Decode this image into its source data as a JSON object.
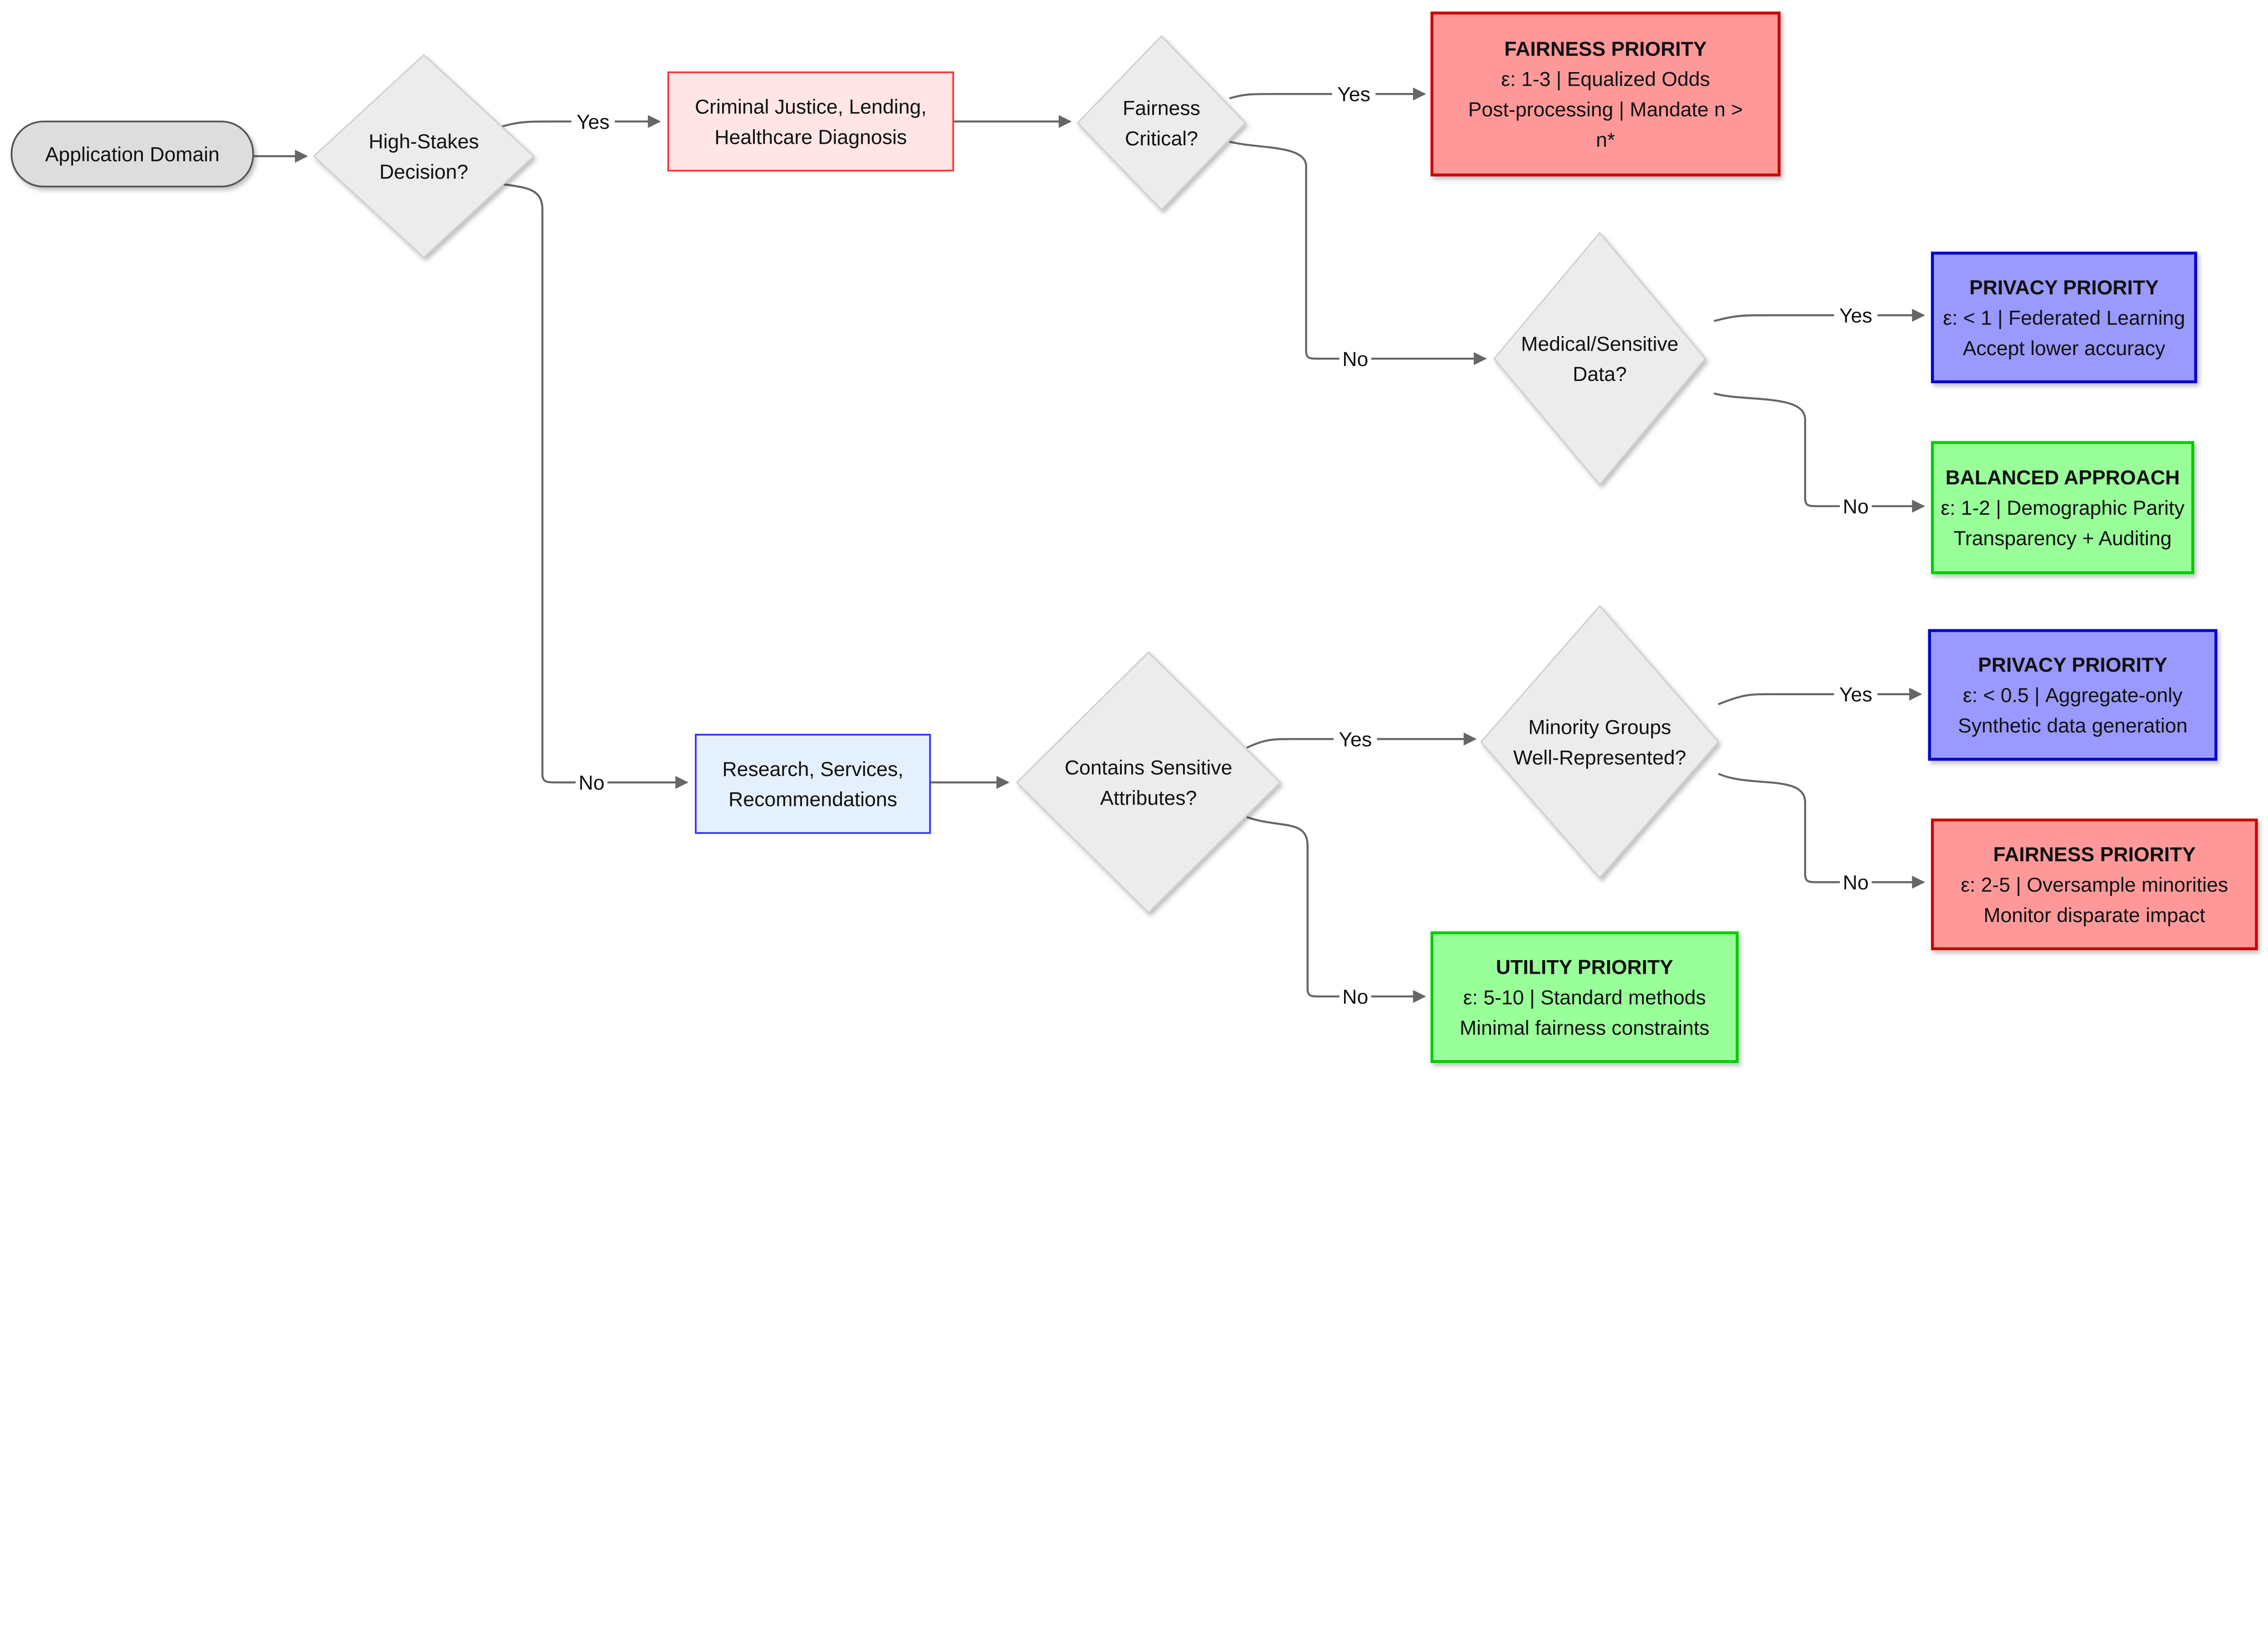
{
  "nodes": {
    "start": {
      "lines": [
        "Application Domain"
      ],
      "shape": "terminal",
      "fill": "#dddddd",
      "stroke": "#555555"
    },
    "high_stakes": {
      "lines": [
        "High-Stakes",
        "Decision?"
      ],
      "shape": "decision",
      "fill": "#ececec",
      "stroke": "#d0d0d0"
    },
    "high_domains": {
      "lines": [
        "Criminal Justice, Lending,",
        "Healthcare Diagnosis"
      ],
      "shape": "process",
      "fill": "#ffe5e5",
      "stroke": "#ff3333"
    },
    "fairness_critical": {
      "lines": [
        "Fairness",
        "Critical?"
      ],
      "shape": "decision",
      "fill": "#ececec",
      "stroke": "#d0d0d0"
    },
    "fairness_priority_1": {
      "title": "FAIRNESS PRIORITY",
      "lines": [
        "ε: 1-3 | Equalized Odds",
        "Post-processing | Mandate n >",
        "n*"
      ],
      "shape": "outcome",
      "fill": "#ff9999",
      "stroke": "#cc0000"
    },
    "medical_sensitive": {
      "lines": [
        "Medical/Sensitive",
        "Data?"
      ],
      "shape": "decision",
      "fill": "#ececec",
      "stroke": "#d0d0d0"
    },
    "privacy_priority_1": {
      "title": "PRIVACY PRIORITY",
      "lines": [
        "ε: < 1 | Federated Learning",
        "Accept lower accuracy"
      ],
      "shape": "outcome",
      "fill": "#9999ff",
      "stroke": "#0000cc"
    },
    "balanced_approach": {
      "title": "BALANCED APPROACH",
      "lines": [
        "ε: 1-2 | Demographic Parity",
        "Transparency + Auditing"
      ],
      "shape": "outcome",
      "fill": "#99ff99",
      "stroke": "#00cc00"
    },
    "low_domains": {
      "lines": [
        "Research, Services,",
        "Recommendations"
      ],
      "shape": "process",
      "fill": "#e5f0ff",
      "stroke": "#3333ff"
    },
    "sensitive_attrs": {
      "lines": [
        "Contains Sensitive",
        "Attributes?"
      ],
      "shape": "decision",
      "fill": "#ececec",
      "stroke": "#d0d0d0"
    },
    "minority_groups": {
      "lines": [
        "Minority Groups",
        "Well-Represented?"
      ],
      "shape": "decision",
      "fill": "#ececec",
      "stroke": "#d0d0d0"
    },
    "privacy_priority_2": {
      "title": "PRIVACY PRIORITY",
      "lines": [
        "ε: < 0.5 | Aggregate-only",
        "Synthetic data generation"
      ],
      "shape": "outcome",
      "fill": "#9999ff",
      "stroke": "#0000cc"
    },
    "fairness_priority_2": {
      "title": "FAIRNESS PRIORITY",
      "lines": [
        "ε: 2-5 | Oversample minorities",
        "Monitor disparate impact"
      ],
      "shape": "outcome",
      "fill": "#ff9999",
      "stroke": "#cc0000"
    },
    "utility_priority": {
      "title": "UTILITY PRIORITY",
      "lines": [
        "ε: 5-10 | Standard methods",
        "Minimal fairness constraints"
      ],
      "shape": "outcome",
      "fill": "#99ff99",
      "stroke": "#00cc00"
    }
  },
  "edges": [
    {
      "from": "start",
      "to": "high_stakes",
      "label": ""
    },
    {
      "from": "high_stakes",
      "to": "high_domains",
      "label": "Yes"
    },
    {
      "from": "high_stakes",
      "to": "low_domains",
      "label": "No"
    },
    {
      "from": "high_domains",
      "to": "fairness_critical",
      "label": ""
    },
    {
      "from": "fairness_critical",
      "to": "fairness_priority_1",
      "label": "Yes"
    },
    {
      "from": "fairness_critical",
      "to": "medical_sensitive",
      "label": "No"
    },
    {
      "from": "medical_sensitive",
      "to": "privacy_priority_1",
      "label": "Yes"
    },
    {
      "from": "medical_sensitive",
      "to": "balanced_approach",
      "label": "No"
    },
    {
      "from": "low_domains",
      "to": "sensitive_attrs",
      "label": ""
    },
    {
      "from": "sensitive_attrs",
      "to": "minority_groups",
      "label": "Yes"
    },
    {
      "from": "sensitive_attrs",
      "to": "utility_priority",
      "label": "No"
    },
    {
      "from": "minority_groups",
      "to": "privacy_priority_2",
      "label": "Yes"
    },
    {
      "from": "minority_groups",
      "to": "fairness_priority_2",
      "label": "No"
    }
  ]
}
